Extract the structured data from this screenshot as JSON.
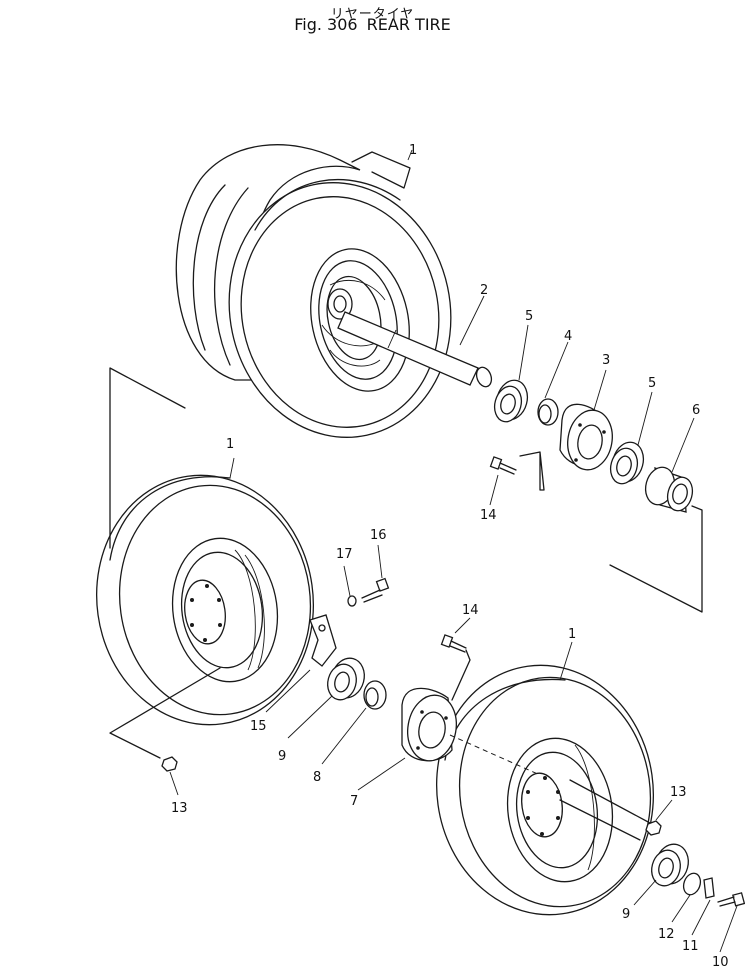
{
  "header": {
    "subtitle_jp": "リヤータイヤ",
    "fig_label": "Fig. 306",
    "title": "REAR TIRE"
  },
  "callouts": {
    "c1_top": "1",
    "c2": "2",
    "c3": "3",
    "c4": "4",
    "c5_a": "5",
    "c5_b": "5",
    "c6": "6",
    "c14_a": "14",
    "c1_left": "1",
    "c16": "16",
    "c17": "17",
    "c14_b": "14",
    "c1_right": "1",
    "c15": "15",
    "c9_a": "9",
    "c8": "8",
    "c7": "7",
    "c13_a": "13",
    "c13_b": "13",
    "c9_b": "9",
    "c12": "12",
    "c11": "11",
    "c10": "10"
  }
}
